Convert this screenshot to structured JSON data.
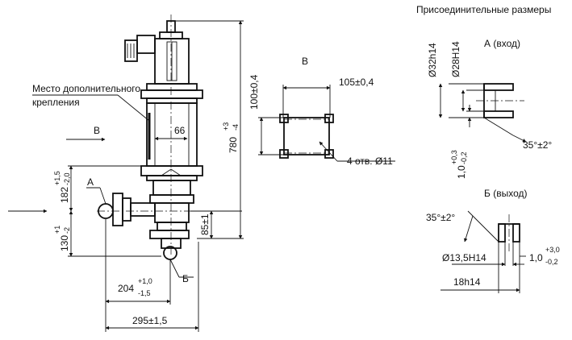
{
  "header": {
    "title": "Присоединительные размеры"
  },
  "labels": {
    "extra_mount_line1": "Место дополнительного",
    "extra_mount_line2": "крепления",
    "view_b_arrow": "В",
    "view_b_title": "В",
    "point_a": "А",
    "point_b": "Б",
    "inlet_title": "А (вход)",
    "outlet_title": "Б (выход)"
  },
  "dims": {
    "d66": "66",
    "d780_base": "780",
    "d780_tol_upper": "+3",
    "d780_tol_lower": "-4",
    "d182_base": "182",
    "d182_tol_upper": "+1,5",
    "d182_tol_lower": "-2,0",
    "d130_base": "130",
    "d130_tol_upper": "+1",
    "d130_tol_lower": "-2",
    "d85": "85±1",
    "d204_base": "204",
    "d204_tol_upper": "+1,0",
    "d204_tol_lower": "-1,5",
    "d295": "295±1,5",
    "d105": "105±0,4",
    "d100": "100±0,4",
    "holes": "4 отв. Ø11",
    "in_d32": "Ø32h14",
    "in_d28": "Ø28H14",
    "in_thk_base": "1,0",
    "in_thk_tol_upper": "+0,3",
    "in_thk_tol_lower": "-0,2",
    "in_angle": "35°±2°",
    "out_angle": "35°±2°",
    "out_d13": "Ø13,5H14",
    "out_thk_base": "1,0",
    "out_thk_tol_upper": "+3,0",
    "out_thk_tol_lower": "-0,2",
    "out_len": "18h14"
  }
}
